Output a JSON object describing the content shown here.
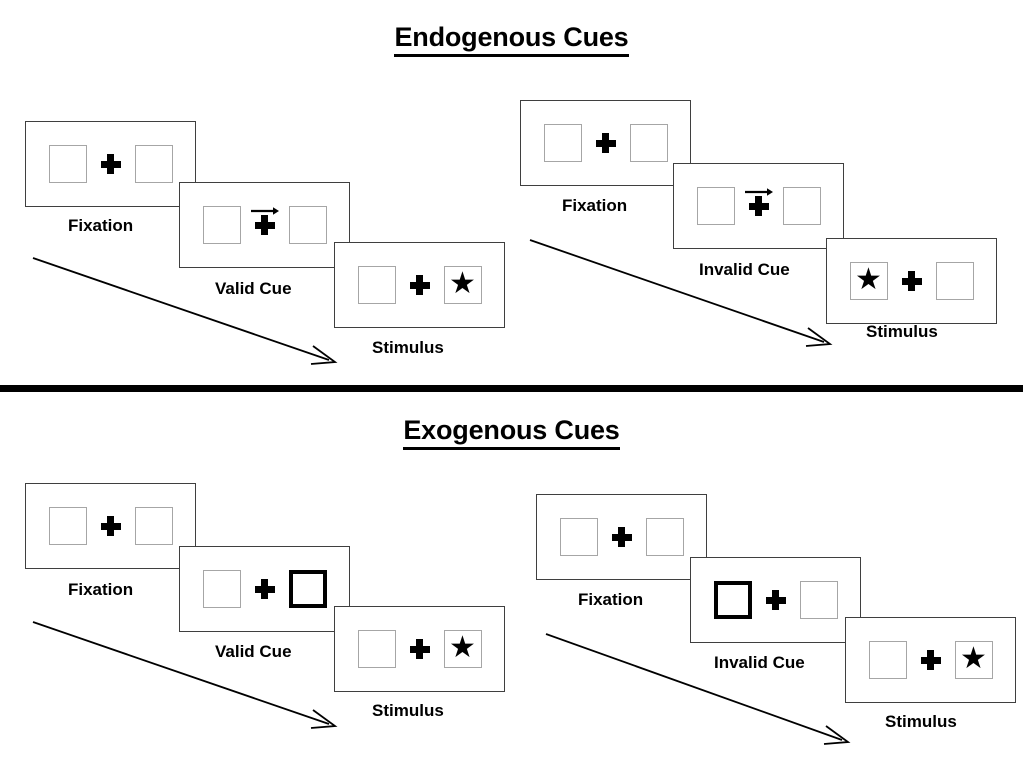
{
  "sections": [
    {
      "id": "endogenous",
      "title": "Endogenous Cues",
      "conditions": [
        {
          "id": "endogenous-valid",
          "cue_label": "Valid Cue",
          "panels": [
            {
              "caption": "Fixation",
              "left_box": "empty",
              "right_box": "empty",
              "cue": "none"
            },
            {
              "caption": "Valid Cue",
              "left_box": "empty",
              "right_box": "empty",
              "cue": "arrow-right"
            },
            {
              "caption": "Stimulus",
              "left_box": "empty",
              "right_box": "star",
              "cue": "none"
            }
          ]
        },
        {
          "id": "endogenous-invalid",
          "cue_label": "Invalid Cue",
          "panels": [
            {
              "caption": "Fixation",
              "left_box": "empty",
              "right_box": "empty",
              "cue": "none"
            },
            {
              "caption": "Invalid Cue",
              "left_box": "empty",
              "right_box": "empty",
              "cue": "arrow-right"
            },
            {
              "caption": "Stimulus",
              "left_box": "star",
              "right_box": "empty",
              "cue": "none"
            }
          ]
        }
      ]
    },
    {
      "id": "exogenous",
      "title": "Exogenous Cues",
      "conditions": [
        {
          "id": "exogenous-valid",
          "cue_label": "Valid Cue",
          "panels": [
            {
              "caption": "Fixation",
              "left_box": "empty",
              "right_box": "empty",
              "cue": "none"
            },
            {
              "caption": "Valid Cue",
              "left_box": "empty",
              "right_box": "cued",
              "cue": "none"
            },
            {
              "caption": "Stimulus",
              "left_box": "empty",
              "right_box": "star",
              "cue": "none"
            }
          ]
        },
        {
          "id": "exogenous-invalid",
          "cue_label": "Invalid Cue",
          "panels": [
            {
              "caption": "Fixation",
              "left_box": "empty",
              "right_box": "empty",
              "cue": "none"
            },
            {
              "caption": "Invalid Cue",
              "left_box": "cued",
              "right_box": "empty",
              "cue": "none"
            },
            {
              "caption": "Stimulus",
              "left_box": "empty",
              "right_box": "star",
              "cue": "none"
            }
          ]
        }
      ]
    }
  ],
  "glyphs": {
    "star": "★"
  },
  "colors": {
    "ink": "#000000",
    "panel_border": "#3f3f3f",
    "box_border": "#a6a6a6",
    "background": "#ffffff"
  }
}
